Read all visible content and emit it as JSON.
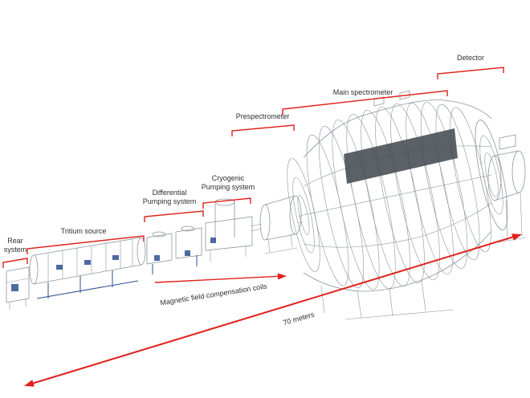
{
  "labels": {
    "rear_system": {
      "line1": "Rear",
      "line2": "system"
    },
    "tritium_source": "Tritium source",
    "differential_pumping": {
      "line1": "Differential",
      "line2": "Pumping system"
    },
    "cryogenic_pumping": {
      "line1": "Cryogenic",
      "line2": "Pumping system"
    },
    "prespectrometer": "Prespectrometer",
    "main_spectrometer": "Main spectrometer",
    "detector": "Detector",
    "compensation_coils": "Magnetic field compensation coils",
    "scale_length": "70 meters"
  },
  "colors": {
    "annotation_red": "#e0201c",
    "drawing_gray": "#8e959c",
    "drawing_dark": "#454b52",
    "accent_blue": "#2d4f92",
    "background": "#ffffff"
  }
}
